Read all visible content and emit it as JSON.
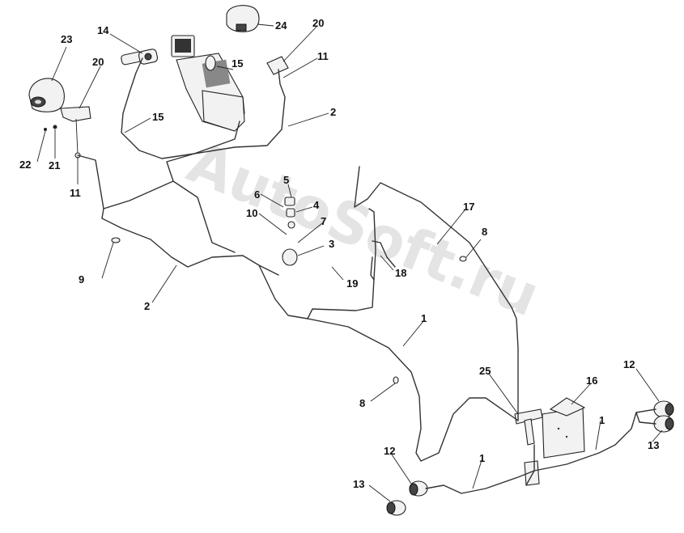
{
  "watermark": "AutoSoft.ru",
  "callouts": {
    "c1a": "1",
    "c1b": "1",
    "c1c": "1",
    "c2a": "2",
    "c2b": "2",
    "c3": "3",
    "c4": "4",
    "c5": "5",
    "c6": "6",
    "c7": "7",
    "c8a": "8",
    "c8b": "8",
    "c9": "9",
    "c10": "10",
    "c11a": "11",
    "c11b": "11",
    "c12a": "12",
    "c12b": "12",
    "c13a": "13",
    "c13b": "13",
    "c14": "14",
    "c15a": "15",
    "c15b": "15",
    "c16": "16",
    "c17": "17",
    "c18": "18",
    "c19": "19",
    "c20a": "20",
    "c20b": "20",
    "c21": "21",
    "c22": "22",
    "c23": "23",
    "c24": "24",
    "c25": "25"
  }
}
